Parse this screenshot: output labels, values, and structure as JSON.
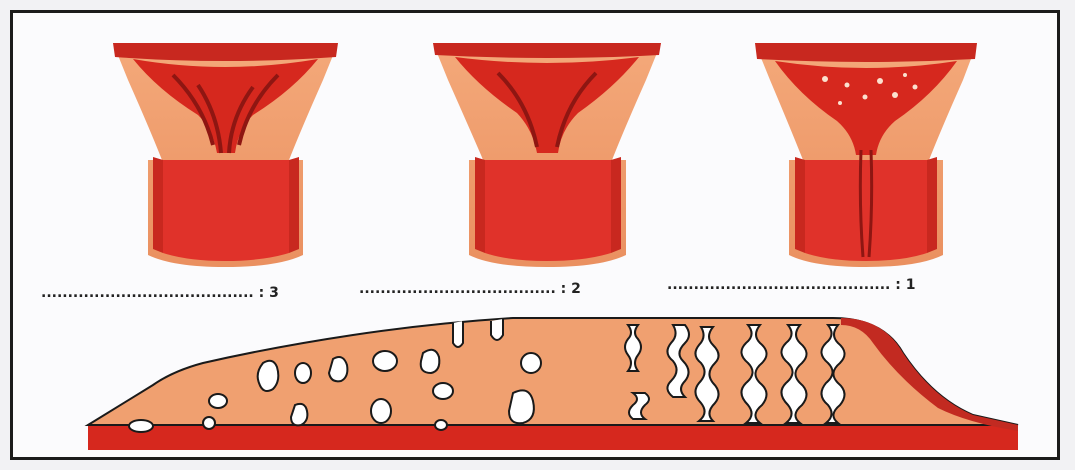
{
  "diagram": {
    "labels": [
      {
        "id": "3",
        "text": "........................................ : 3"
      },
      {
        "id": "2",
        "text": "..................................... : 2"
      },
      {
        "id": "1",
        "text": ".......................................... : 1"
      }
    ],
    "colors": {
      "tissue": "#f0a070",
      "tissue_edge": "#e08858",
      "lining": "#e0322a",
      "dark": "#8e1612",
      "lumen": "#ffffff",
      "outline": "#1a1a1a",
      "frame": "#1b1b1b"
    }
  }
}
